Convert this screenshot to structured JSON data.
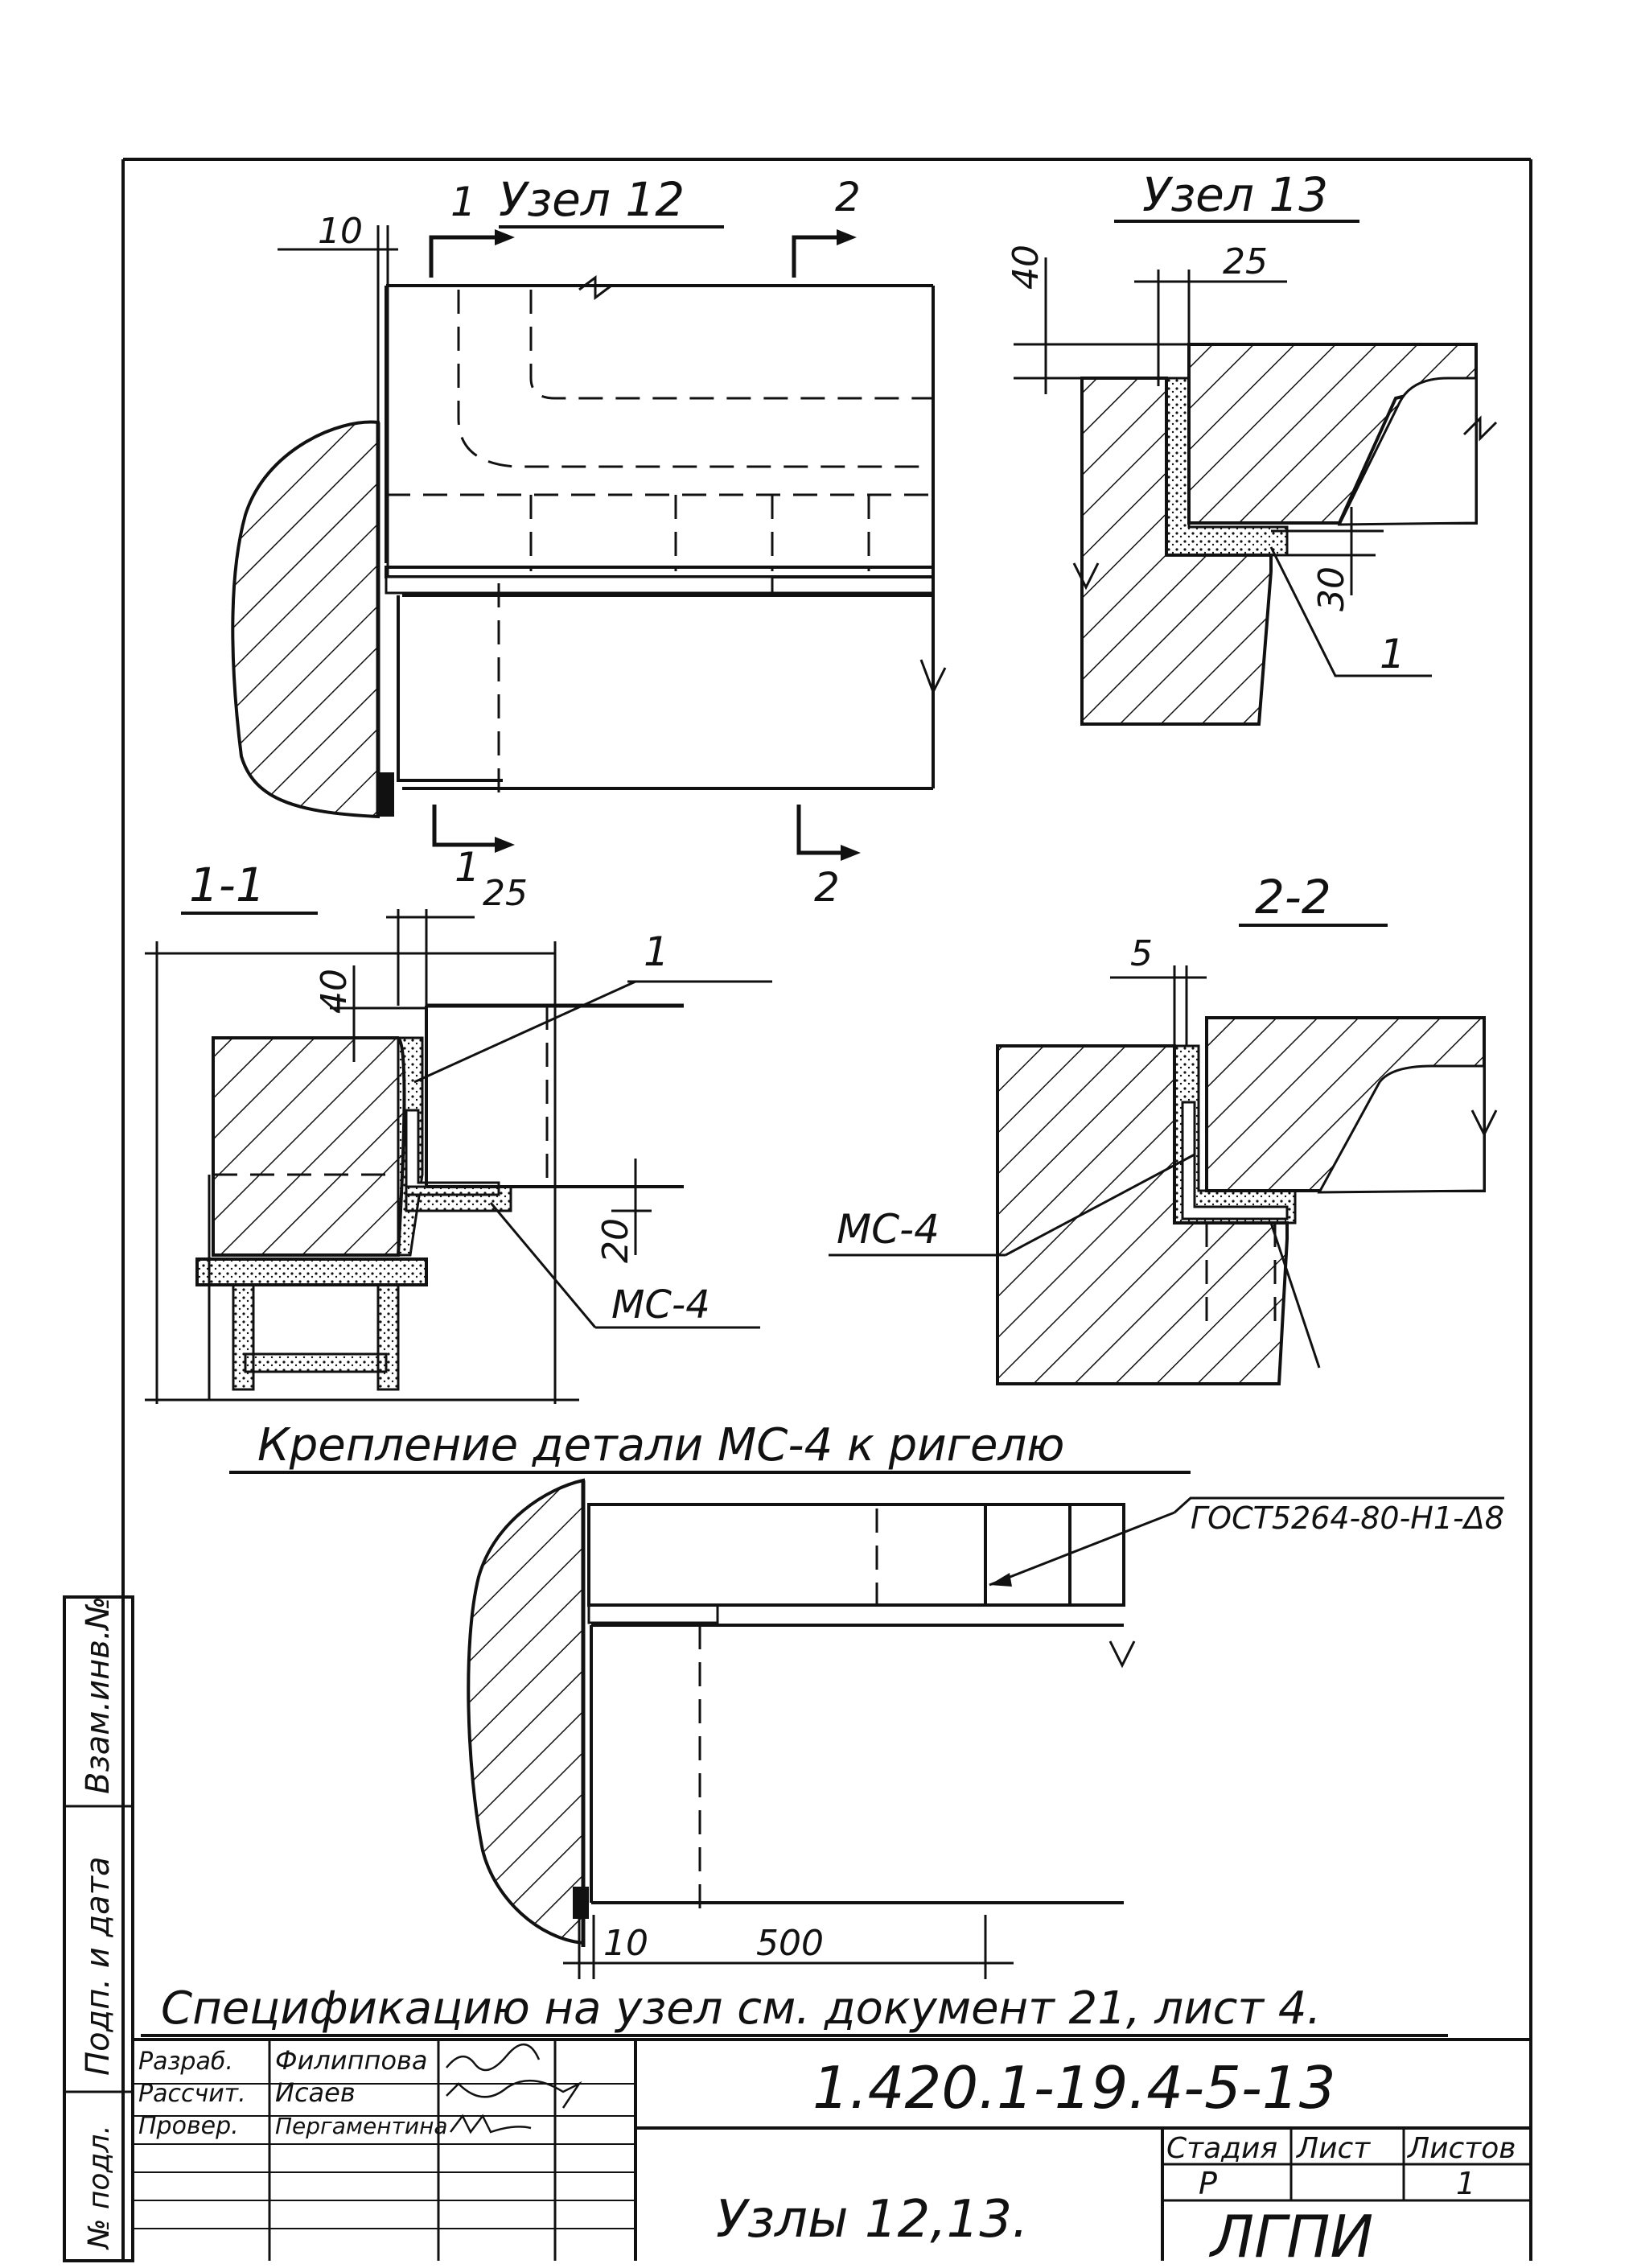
{
  "drawing": {
    "node12_title": "Узел 12",
    "node13_title": "Узел 13",
    "section11_title": "1-1",
    "section22_title": "2-2",
    "attach_title": "Крепление детали МС-4 к ригелю",
    "cut_labels": [
      "1",
      "2",
      "1",
      "2"
    ],
    "dims": {
      "n12_10": "10",
      "n13_40": "40",
      "n13_25": "25",
      "n13_30": "30",
      "s11_25": "25",
      "s11_40": "40",
      "s11_20": "20",
      "s22_5": "5",
      "att_10": "10",
      "att_500": "500"
    },
    "callouts": {
      "n13_item": "1",
      "s11_item": "1",
      "s11_part": "МС-4",
      "s22_part": "МС-4",
      "weld": "ГОСТ5264-80-Н1-Δ8"
    },
    "spec_note": "Спецификацию на узел см. документ 21, лист 4."
  },
  "title_block": {
    "roles": [
      "Разраб.",
      "Рассчит.",
      "Провер."
    ],
    "names": [
      "Филиппова",
      "Исаев",
      "Пергаментина"
    ],
    "code": "1.420.1-19.4-5-13",
    "sheet_name": "Узлы 12,13.",
    "stage_header": "Стадия",
    "sheet_header": "Лист",
    "sheets_header": "Листов",
    "stage": "Р",
    "sheets": "1",
    "org": "ЛГПИ"
  },
  "margin": {
    "inv": "Взам.инв.№",
    "sign_date": "Подп. и дата",
    "orig": "№ подл."
  }
}
